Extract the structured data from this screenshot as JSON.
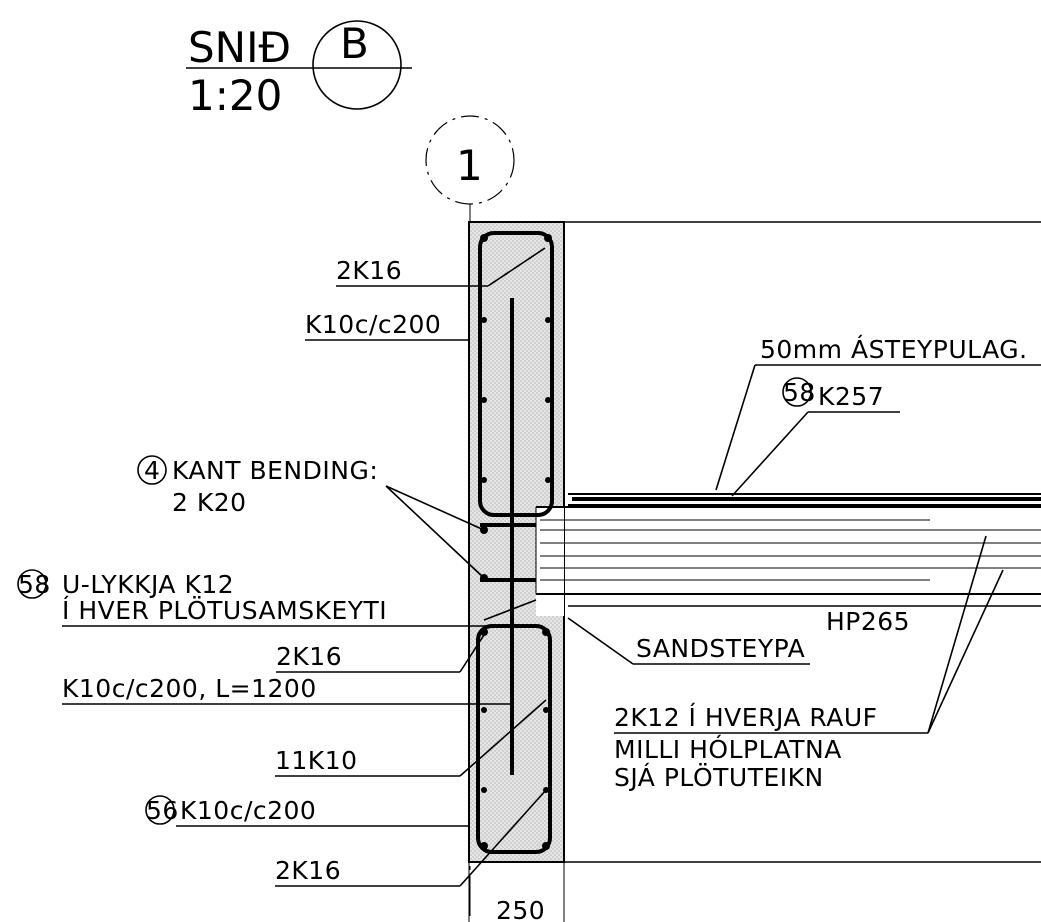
{
  "title": {
    "name": "SNIÐ",
    "section": "B",
    "scale": "1:20"
  },
  "grid_axis": "1",
  "dimension": "250",
  "labels": {
    "top_rebar": "2K16",
    "top_stirrup": "K10c/c200",
    "topping": "50mm ÁSTEYPULAG.",
    "mesh_mark": "58",
    "mesh": "K257",
    "edge_mark": "4",
    "edge_line1": "KANT BENDING:",
    "edge_line2": "2 K20",
    "loop_mark": "58",
    "loop_line1": "U-LYKKJA K12",
    "loop_line2": "Í HVER PLÖTUSAMSKEYTI",
    "slab": "HP265",
    "grout": "SANDSTEYPA",
    "mid_rebar": "2K16",
    "mid_stirrup": "K10c/c200, L=1200",
    "slot_line1": "2K12 Í HVERJA RAUF",
    "slot_line2": "MILLI HÓLPLATNA",
    "slot_line3": "SJÁ PLÖTUTEIKN",
    "side_bars": "11K10",
    "lower_mark": "56",
    "lower_stirrup": "K10c/c200",
    "bottom_rebar": "2K16"
  }
}
